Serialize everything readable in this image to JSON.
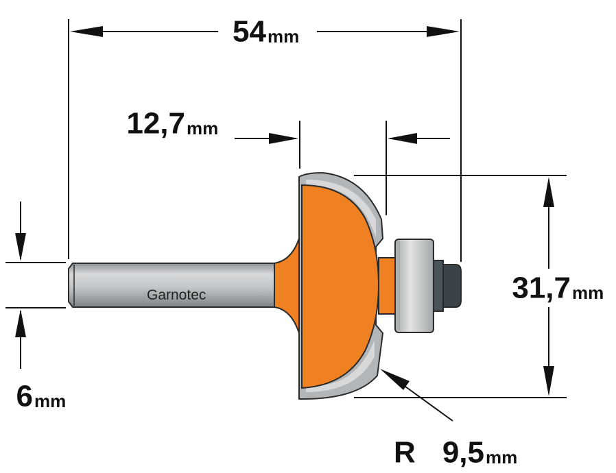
{
  "diagram": {
    "shank_brand": "Garnotec",
    "colors": {
      "cutter_body": "#EF8122",
      "cutter_outline": "#2a2a2a",
      "metal_gray": "#B3B6B8",
      "metal_light": "#DADCDE",
      "bearing_gray": "#C9CBCD",
      "screw_dark": "#3a4347",
      "dimension_line": "#111111"
    },
    "dimensions": {
      "overall_length": {
        "value": "54",
        "unit": "mm"
      },
      "cutting_length": {
        "value": "12,7",
        "unit": "mm"
      },
      "diameter": {
        "value": "31,7",
        "unit": "mm"
      },
      "shank_diameter": {
        "value": "6",
        "unit": "mm"
      },
      "radius": {
        "prefix": "R",
        "value": "9,5",
        "unit": "mm"
      }
    }
  }
}
